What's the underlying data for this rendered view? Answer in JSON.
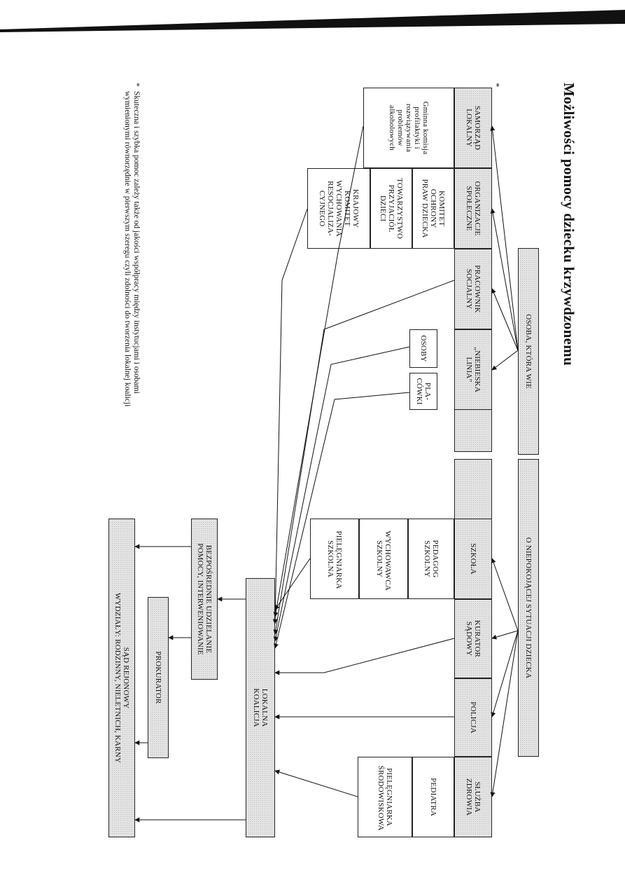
{
  "title": "Możliwości pomocy dziecku krzywdzonemu",
  "star_mark": "*",
  "sources": {
    "left": "OSOBA, KTÓRA WIE",
    "right": "O NIEPOKOJĄCEJ SYTUACJI DZIECKA"
  },
  "institutions": {
    "samorzad": "SAMORZĄD LOKALNY",
    "organizacje": "ORGANIZACJE SPOŁECZNE",
    "pracownik": "PRACOWNIK SOCJALNY",
    "linia": "„NIEBIESKA LINIA”",
    "szkola": "SZKOŁA",
    "kurator": "KURATOR SĄDOWY",
    "policja": "POLICJA",
    "sluzba": "SŁUŻBA ZDROWIA"
  },
  "sub": {
    "komisja": "Gminna komisja profilaktyki i rozwiązywania problemów alkoholowych",
    "kopd": "KOMITET OCHRONY PRAW DZIECKA",
    "tpd": "TOWARZYSTWO PRZYJACIÓŁ DZIECI",
    "kkwr": "KRAJOWY KOMITET WYCHOWANIA RESOCJALIZA-CYJNEGO",
    "osoby": "OSOBY",
    "placowki": "PLA-CÓWKI",
    "pedagog": "PEDAGOG SZKOLNY",
    "wychowawca": "WYCHOWAWCA SZKOLNY",
    "pielegniarka_szkolna": "PIELĘGNIARKA SZKOLNA",
    "pediatra": "PEDIATRA",
    "pielegniarka_srod": "PIELĘGNIARKA ŚRODOWISKOWA"
  },
  "outcomes": {
    "koalicja": "LOKALNA KOALICJA",
    "udzielanie": "BEZPOŚREDNIE UDZIELANIE POMOCY, INTERWENIOWANIE",
    "prokurator": "PROKURATOR",
    "sad_1": "SĄD REJONOWY",
    "sad_2": "WYDZIAŁY: RODZINNY, NIELETNICH, KARNY"
  },
  "footnote": {
    "mark": "*",
    "text": "Skuteczna i szybka pomoc zależy także od jakości współpracy między instytucjami i osobami wymienionymi równorzędnie w pierwszym szeregu czyli zdolności do tworzenia lokalnej koalicji"
  }
}
